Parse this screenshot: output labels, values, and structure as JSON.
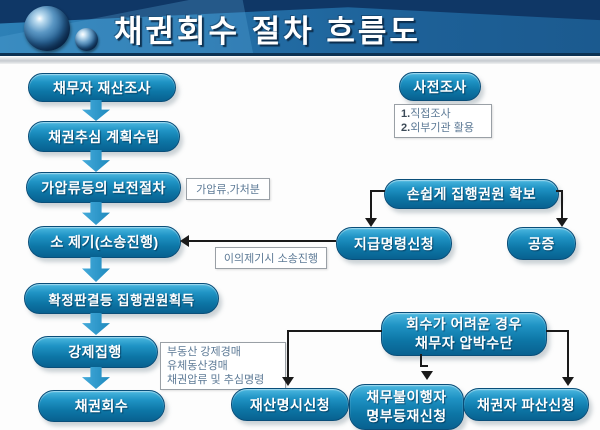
{
  "header": {
    "title": "채권회수 절차 흐름도"
  },
  "colors": {
    "header_blue": "#1d5f98",
    "header_dark_navy": "#0f3766",
    "header_light_blue": "#2d80b6",
    "pill_gradient_top": "#4cb8e0",
    "pill_gradient_bottom": "#086190",
    "pill_border": "#0a4e79",
    "pill_text": "#ffffff",
    "block_arrow_blue": "#2496cf",
    "connector_black": "#1a1a1a",
    "note_border": "#9aa0a6",
    "note_text": "#5d7a96",
    "background": "#fdfdfd"
  },
  "left_flow": {
    "steps": [
      {
        "label": "채무자 재산조사"
      },
      {
        "label": "채권추심 계획수립"
      },
      {
        "label": "가압류등의 보전절차"
      },
      {
        "label": "소 제기(소송진행)"
      },
      {
        "label": "확정판결등 집행권원획득"
      },
      {
        "label": "강제집행"
      },
      {
        "label": "채권회수"
      }
    ],
    "preservation_note": "가압류,가처분",
    "objection_note": "이의제기시 소송진행",
    "execution_note_lines": [
      "부동산 강제경매",
      "유체동산경매",
      "채권압류 및 추심명령"
    ]
  },
  "right_flow": {
    "pre_investigation": {
      "label": "사전조사",
      "notes": [
        {
          "num": "1.",
          "text": "직접조사"
        },
        {
          "num": "2.",
          "text": "외부기관 활용"
        }
      ]
    },
    "easy_execution_title": {
      "label": "손쉽게 집행권원 확보"
    },
    "payment_order": {
      "label": "지급명령신청"
    },
    "notarization": {
      "label": "공증"
    },
    "pressure": {
      "line1": "회수가 어려운 경우",
      "line2": "채무자 압박수단"
    },
    "property_disclosure": {
      "label": "재산명시신청"
    },
    "defaulter_registry": {
      "line1": "채무불이행자",
      "line2": "명부등재신청"
    },
    "creditor_bankruptcy": {
      "label": "채권자 파산신청"
    }
  }
}
